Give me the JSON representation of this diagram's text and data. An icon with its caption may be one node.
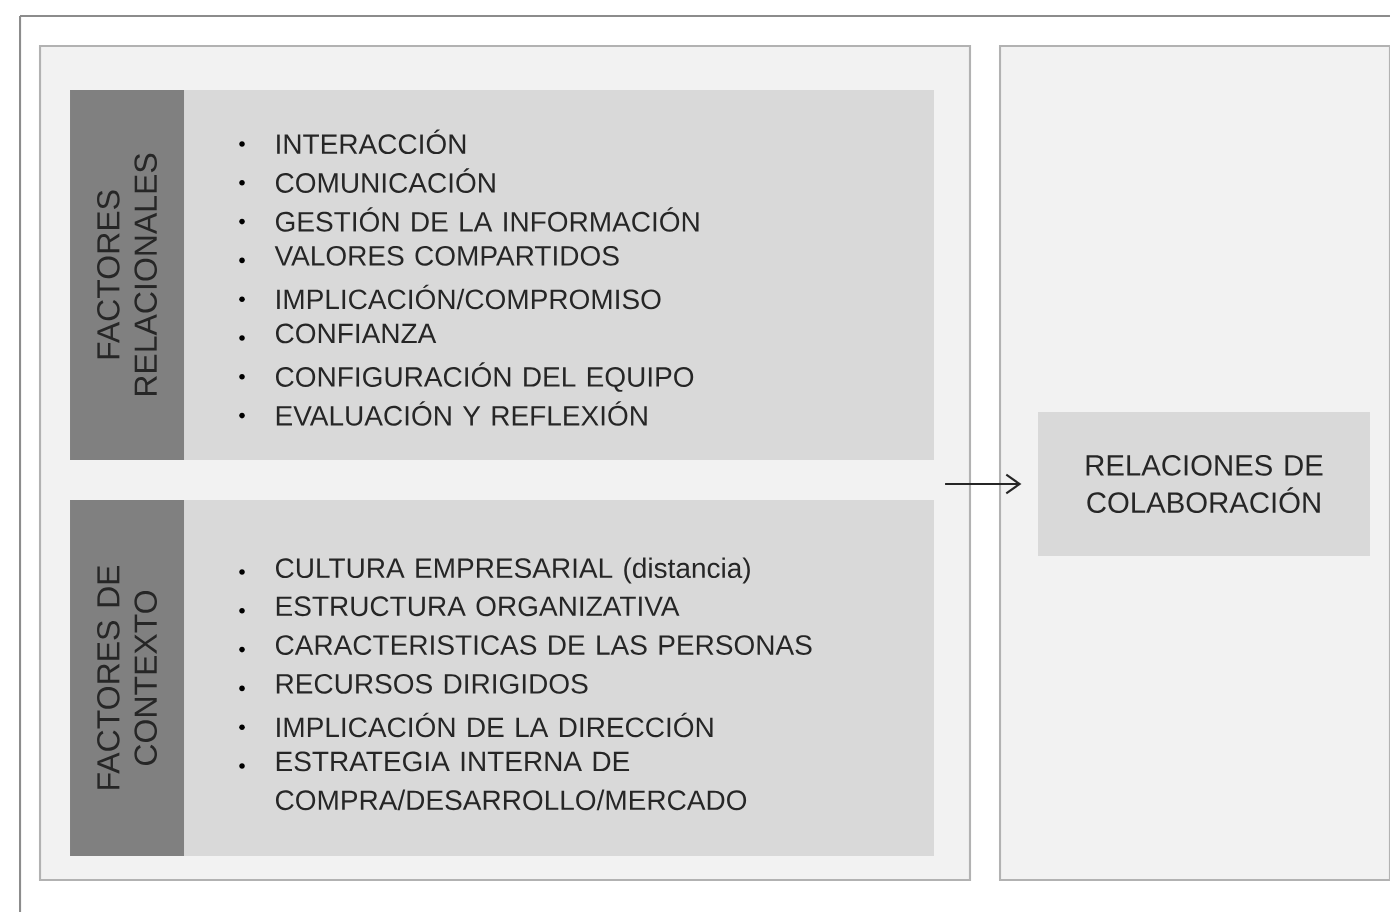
{
  "diagram": {
    "nodes": [
      {
        "text": [],
        "shape": "box"
      },
      {
        "text": [
          "FACTORES RELACIONALES",
          "INTERACCIÓN",
          "COMUNICACIÓN",
          "GESTIÓN DE LA INFORMACIÓN",
          "VALORES COMPARTIDOS",
          "IMPLICACIÓN/COMPROMISO",
          "CONFIANZA",
          "CONFIGURACIÓN DEL EQUIPO",
          "EVALUACIÓN Y REFLEXIÓN"
        ],
        "in": 0
      },
      {
        "text": [
          "FACTORES DE CONTEXTO",
          "CULTURA EMPRESARIAL (distancia)",
          "ESTRUCTURA ORGANIZATIVA",
          "CARACTERISTICAS DE LAS PERSONAS",
          "RECURSOS DIRIGIDOS",
          "IMPLICACIÓN DE LA DIRECCIÓN",
          "ESTRATEGIA INTERNA DE COMPRA/DESARROLLO/MERCADO"
        ],
        "in": 0
      },
      {
        "text": [],
        "shape": "box"
      },
      {
        "text": [
          "RELACIONES DE COLABORACIÓN"
        ],
        "in": 3
      }
    ],
    "edges": [
      {
        "from": 0,
        "to": 4,
        "arrow": "to"
      }
    ]
  }
}
